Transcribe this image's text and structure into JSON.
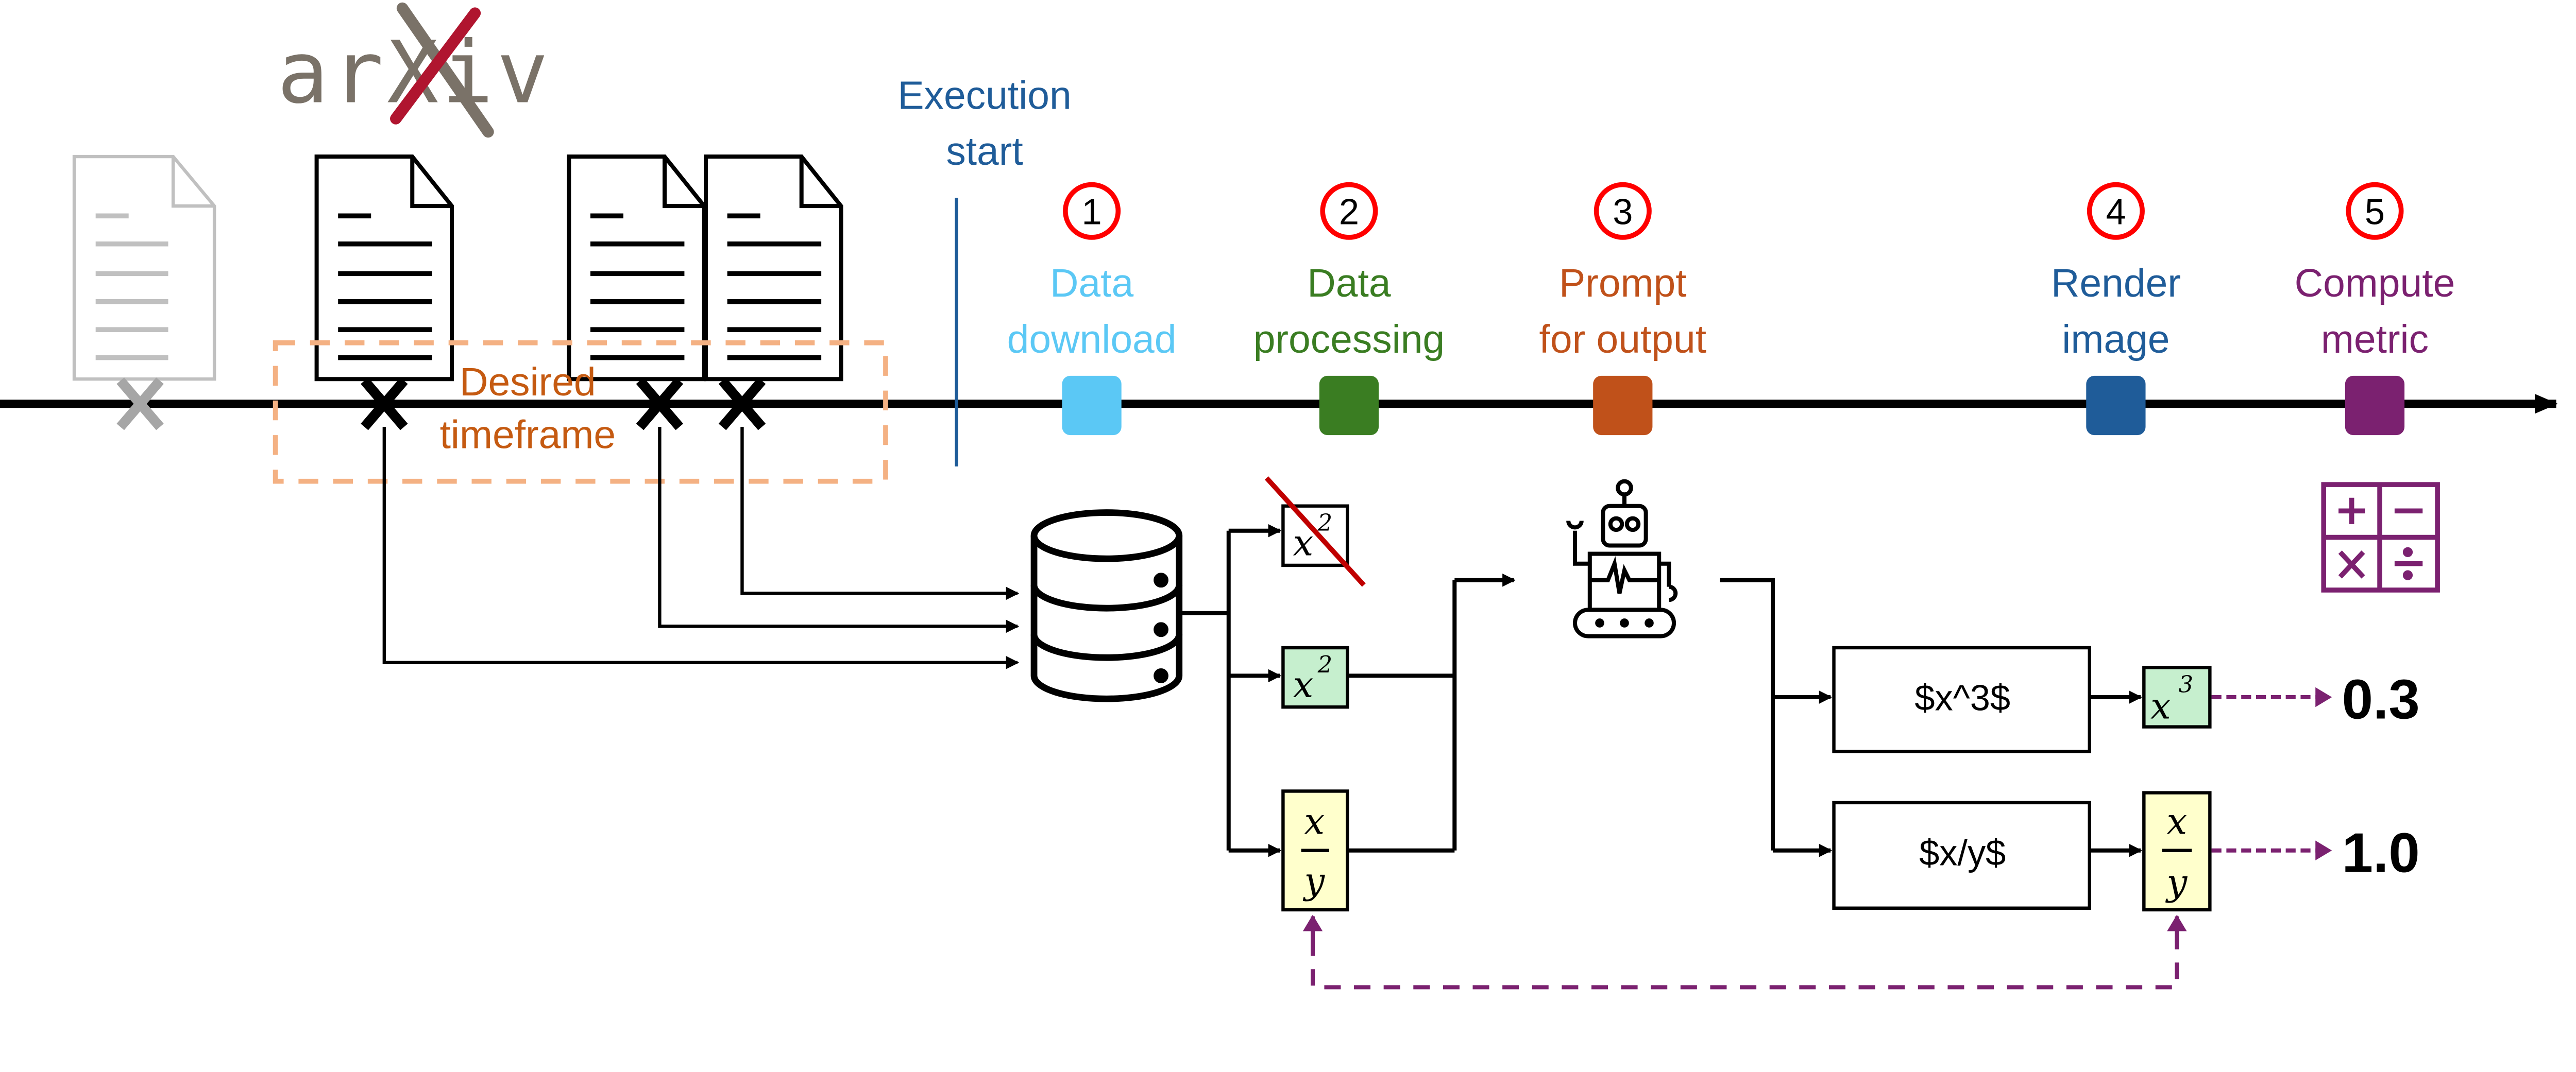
{
  "logo": {
    "text": "arXiv"
  },
  "execution_start": {
    "line1": "Execution",
    "line2": "start",
    "color": "#1f5c99"
  },
  "timeframe": {
    "line1": "Desired",
    "line2": "timeframe",
    "color": "#c55a11",
    "box_color": "#f4b183"
  },
  "steps": [
    {
      "number": "1",
      "line1": "Data",
      "line2": "download",
      "color": "#5bc8f5"
    },
    {
      "number": "2",
      "line1": "Data",
      "line2": "processing",
      "color": "#3a7d22"
    },
    {
      "number": "3",
      "line1": "Prompt",
      "line2": "for output",
      "color": "#c0511a"
    },
    {
      "number": "4",
      "line1": "Render",
      "line2": "image",
      "color": "#1f5c99"
    },
    {
      "number": "5",
      "line1": "Compute",
      "line2": "metric",
      "color": "#7b2170"
    }
  ],
  "formulas": {
    "rejected": {
      "base": "x",
      "exp": "2"
    },
    "kept_1": {
      "base": "x",
      "exp": "2"
    },
    "kept_2": {
      "num": "x",
      "den": "y"
    }
  },
  "outputs": [
    {
      "latex": "$x^3$",
      "rendered_base": "x",
      "rendered_exp": "3",
      "score": "0.3"
    },
    {
      "latex": "$x/y$",
      "rendered_num": "x",
      "rendered_den": "y",
      "score": "1.0"
    }
  ],
  "icons": [
    "arxiv-logo",
    "document-icon",
    "database-icon",
    "robot-icon",
    "calculator-icon"
  ],
  "colors": {
    "metric": "#7b2170",
    "green_fill": "#c6efce",
    "yellow_fill": "#ffffcc",
    "reject": "#c00000"
  }
}
